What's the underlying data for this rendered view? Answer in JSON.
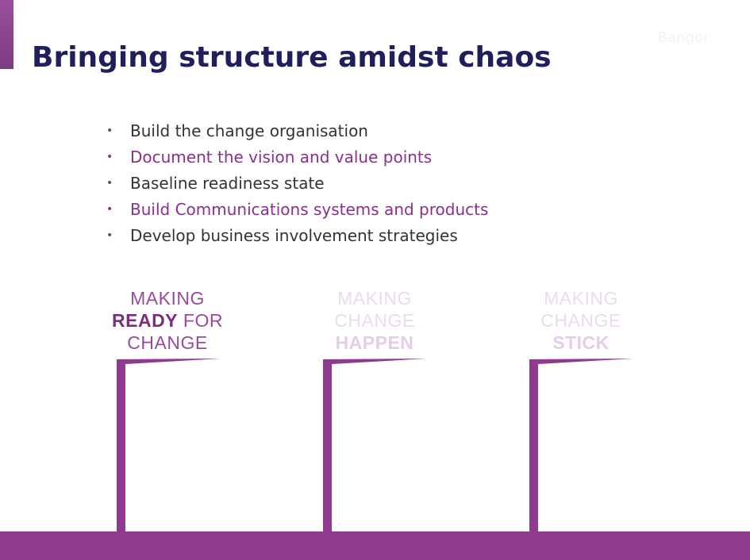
{
  "slide": {
    "title": "Bringing structure amidst chaos",
    "logo_text": "Bangor"
  },
  "bullets": [
    {
      "text": "Build the change organisation",
      "tone": "dark"
    },
    {
      "text": "Document the vision and value points",
      "tone": "purple"
    },
    {
      "text": "Baseline readiness state",
      "tone": "dark"
    },
    {
      "text": "Build Communications systems and products",
      "tone": "purple"
    },
    {
      "text": "Develop business involvement strategies",
      "tone": "dark"
    }
  ],
  "stages": [
    {
      "line1": "MAKING",
      "line2_strong": "READY",
      "line2_rest": " FOR",
      "line3": "CHANGE",
      "active": true
    },
    {
      "line1": "MAKING",
      "line2": "CHANGE",
      "line3_strong": "HAPPEN",
      "active": false
    },
    {
      "line1": "MAKING",
      "line2": "CHANGE",
      "line3_strong": "STICK",
      "active": false
    }
  ],
  "colors": {
    "title": "#1f1f5c",
    "accent": "#8d3a8f",
    "bullet_dark": "#333333",
    "bullet_purple": "#8b2f8e",
    "inactive_label": "#eadcec"
  },
  "icons": {
    "bullet": "•",
    "door": "open-door-icon"
  }
}
